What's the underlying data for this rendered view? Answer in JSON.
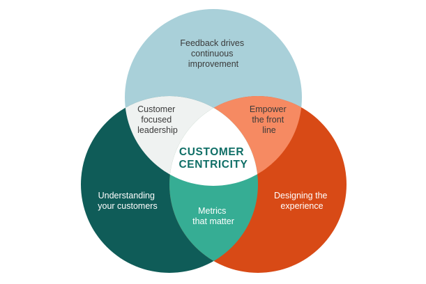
{
  "diagram": {
    "center_title_lines": [
      "CUSTOMER",
      "CENTRICITY"
    ],
    "circles": [
      {
        "id": "top",
        "label_lines": [
          "Feedback drives",
          "continuous",
          "improvement"
        ],
        "color": "#a9d0d9"
      },
      {
        "id": "left",
        "label_lines": [
          "Understanding",
          "your customers"
        ],
        "color": "#0f5c58"
      },
      {
        "id": "right",
        "label_lines": [
          "Designing the",
          "experience"
        ],
        "color": "#d84a16"
      }
    ],
    "overlaps": [
      {
        "id": "top-left",
        "label_lines": [
          "Customer",
          "focused",
          "leadership"
        ],
        "color": "#eff2f1"
      },
      {
        "id": "top-right",
        "label_lines": [
          "Empower",
          "the front",
          "line"
        ],
        "color": "#f68a62"
      },
      {
        "id": "left-right",
        "label_lines": [
          "Metrics",
          "that matter"
        ],
        "color": "#36ad94"
      }
    ],
    "center_color": "#ffffff",
    "center_text_color": "#0f6e66"
  }
}
